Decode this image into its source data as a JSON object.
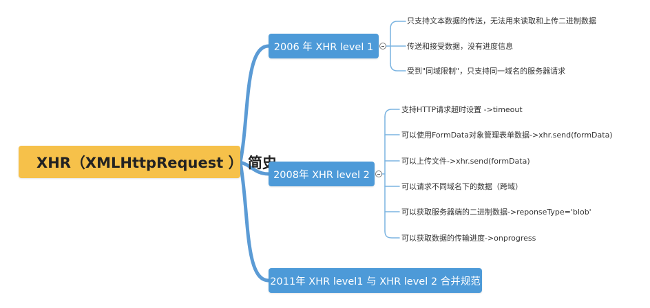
{
  "root": {
    "label": "XHR（XMLHttpRequest ） 简史"
  },
  "branches": [
    {
      "label": "2006 年 XHR level 1",
      "items": [
        "只支持文本数据的传送，无法用来读取和上传二进制数据",
        "传送和接受数据，没有进度信息",
        "受到\"同域限制\"，只支持同一域名的服务器请求"
      ]
    },
    {
      "label": "2008年 XHR level 2",
      "items": [
        "支持HTTP请求超时设置 ->timeout",
        "可以使用FormData对象管理表单数据->xhr.send(formData)",
        "可以上传文件->xhr.send(formData)",
        "可以请求不同域名下的数据（跨域）",
        "可以获取服务器端的二进制数据->reponseType='blob'",
        "可以获取数据的传输进度->onprogress"
      ]
    },
    {
      "label": "2011年 XHR level1 与 XHR level 2 合并规范",
      "items": []
    }
  ],
  "colors": {
    "root_fill": "#f6c14a",
    "branch_fill": "#4d9ad8",
    "connector": "#5b9bd5",
    "leaf_connector": "#7ab3e0"
  }
}
